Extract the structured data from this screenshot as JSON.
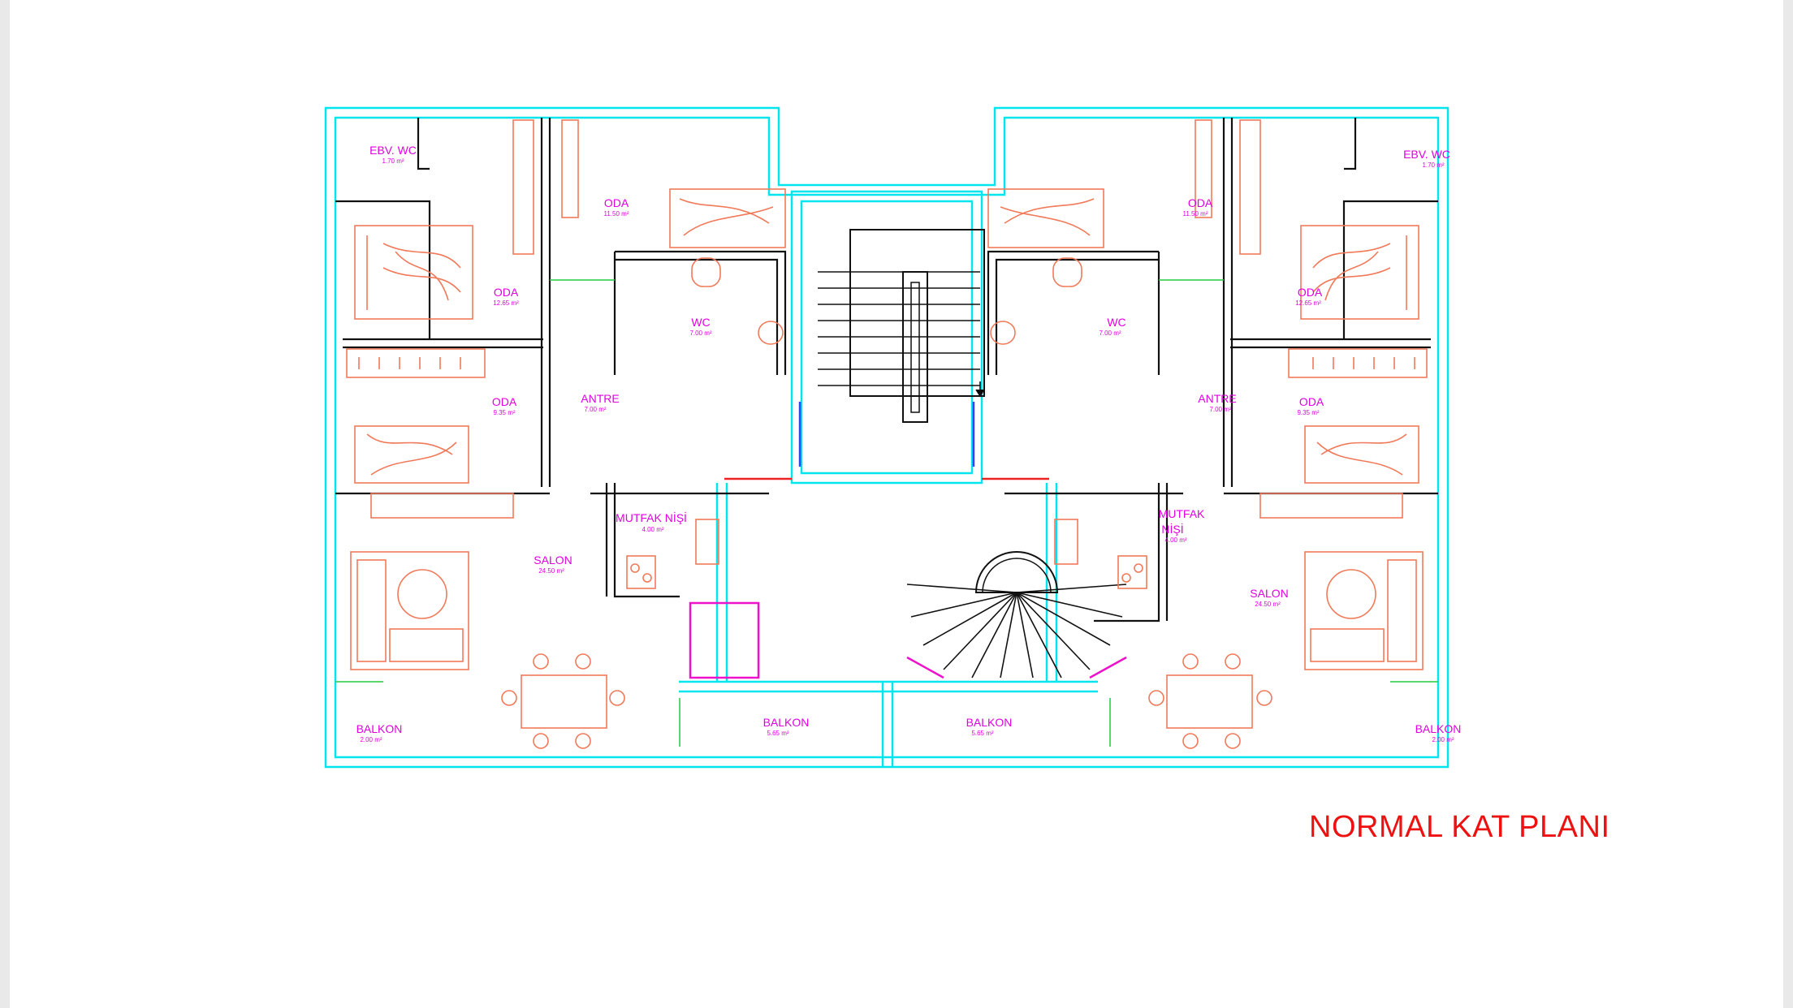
{
  "drawing": {
    "title": "NORMAL KAT PLANI",
    "rooms": [
      {
        "name": "EBV. WC",
        "area": "1.70 m²"
      },
      {
        "name": "ODA",
        "area": "11.50 m²"
      },
      {
        "name": "ODA",
        "area": "12.65 m²"
      },
      {
        "name": "WC",
        "area": "7.00 m²"
      },
      {
        "name": "ODA",
        "area": "9.35 m²"
      },
      {
        "name": "ANTRE",
        "area": "7.00 m²"
      },
      {
        "name": "MUTFAK NİŞİ",
        "area": "4.00 m²"
      },
      {
        "name": "SALON",
        "area": "24.50 m²"
      },
      {
        "name": "BALKON",
        "area": "2.00 m²"
      },
      {
        "name": "BALKON",
        "area": "5.65 m²"
      },
      {
        "name": "BALKON",
        "area": "5.65 m²"
      },
      {
        "name": "ODA",
        "area": "11.50 m²"
      },
      {
        "name": "WC",
        "area": "7.00 m²"
      },
      {
        "name": "EBV. WC",
        "area": "1.70 m²"
      },
      {
        "name": "ODA",
        "area": "12.65 m²"
      },
      {
        "name": "ANTRE",
        "area": "7.00 m²"
      },
      {
        "name": "ODA",
        "area": "9.35 m²"
      },
      {
        "name": "MUTFAK",
        "name2": "NİŞİ",
        "area": "4.00 m²"
      },
      {
        "name": "SALON",
        "area": "24.50 m²"
      },
      {
        "name": "BALKON",
        "area": "2.00 m²"
      }
    ]
  },
  "colors": {
    "wall": "#00e5ee",
    "inner_wall": "#111111",
    "furniture": "#f07a5a",
    "label": "#e000e0",
    "title": "#ee1111",
    "door_opening": "#22cc44"
  }
}
